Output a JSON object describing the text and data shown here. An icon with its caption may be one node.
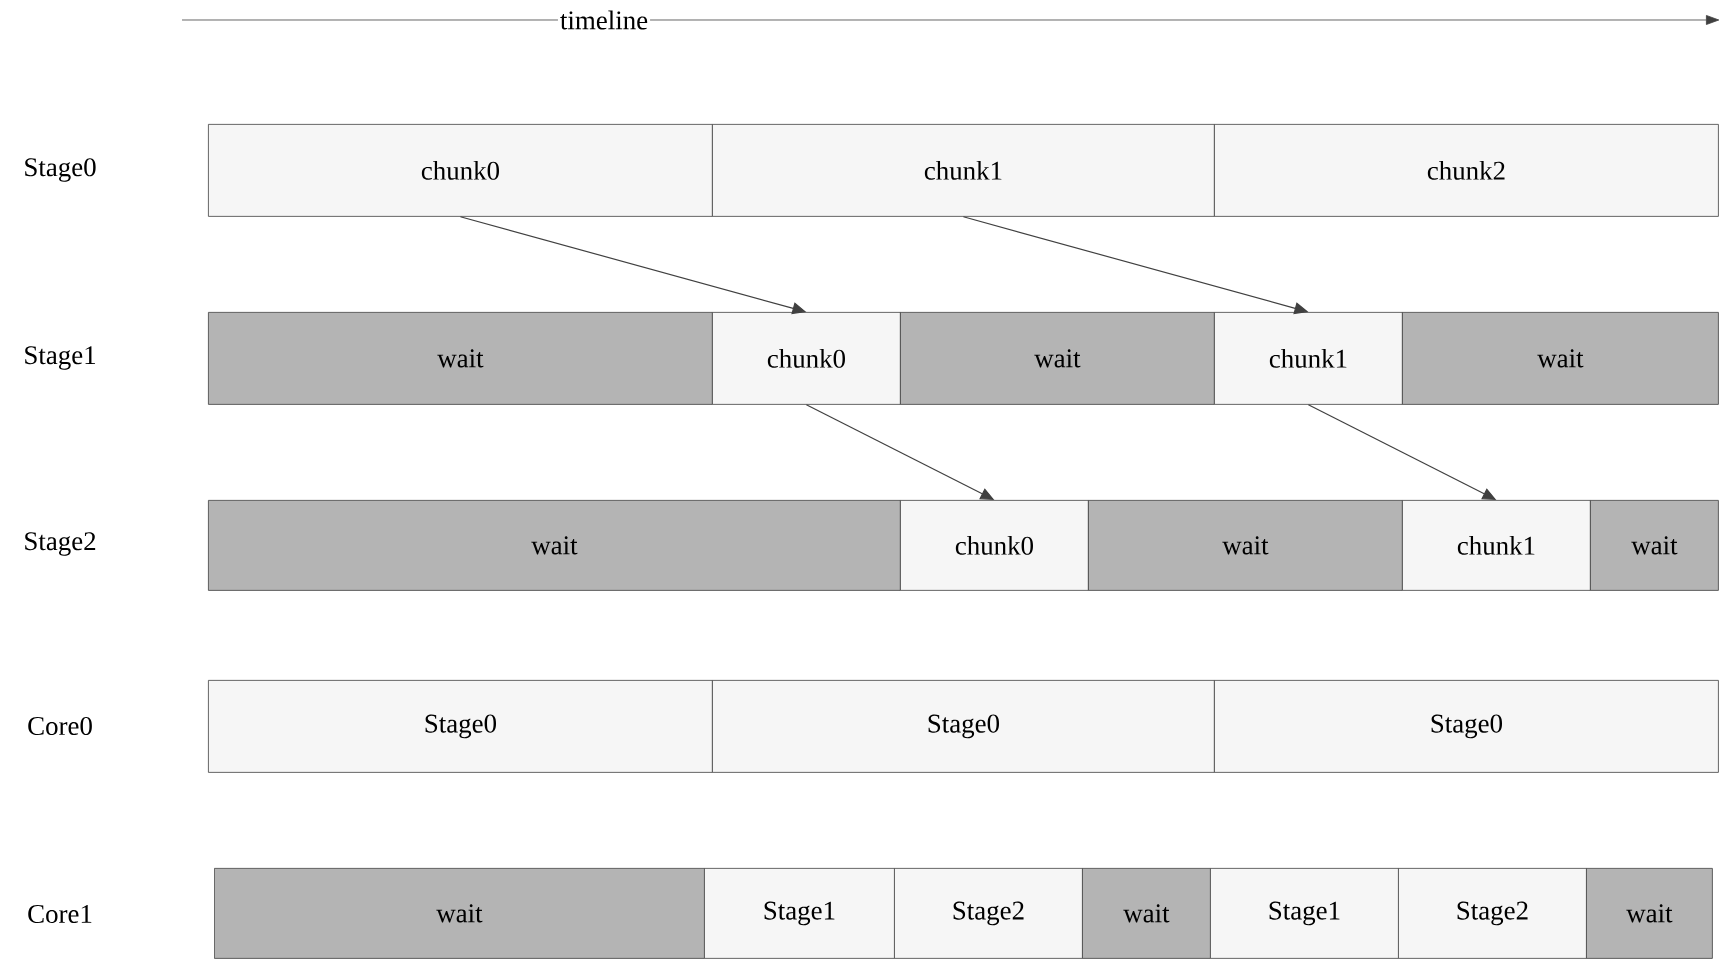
{
  "diagram": {
    "nodes": [
      {
        "text": [
          "chunk0"
        ]
      },
      {
        "text": [
          "chunk1"
        ]
      },
      {
        "text": [
          "chunk2"
        ]
      },
      {
        "text": [
          "wait"
        ]
      },
      {
        "text": [
          "chunk0"
        ]
      },
      {
        "text": [
          "wait"
        ]
      },
      {
        "text": [
          "chunk1"
        ]
      },
      {
        "text": [
          "wait"
        ]
      },
      {
        "text": [
          "wait"
        ]
      },
      {
        "text": [
          "chunk0"
        ]
      },
      {
        "text": [
          "wait"
        ]
      },
      {
        "text": [
          "chunk1"
        ]
      },
      {
        "text": [
          "wait"
        ]
      },
      {
        "text": [
          "Stage0"
        ]
      },
      {
        "text": [
          "Stage0"
        ]
      },
      {
        "text": [
          "Stage0"
        ]
      },
      {
        "text": [
          "wait"
        ]
      },
      {
        "text": [
          "Stage1"
        ]
      },
      {
        "text": [
          "Stage2"
        ]
      },
      {
        "text": [
          "wait"
        ]
      },
      {
        "text": [
          "Stage1"
        ]
      },
      {
        "text": [
          "Stage2"
        ]
      },
      {
        "text": [
          "wait"
        ]
      }
    ],
    "edges": [
      {
        "from": 0,
        "to": 4,
        "arrow": "to"
      },
      {
        "from": 1,
        "to": 6,
        "arrow": "to"
      },
      {
        "from": 4,
        "to": 9,
        "arrow": "to"
      },
      {
        "from": 6,
        "to": 11,
        "arrow": "to"
      }
    ],
    "labels": [
      "timeline",
      "Stage0",
      "Stage1",
      "Stage2",
      "Core0",
      "Core1"
    ]
  }
}
